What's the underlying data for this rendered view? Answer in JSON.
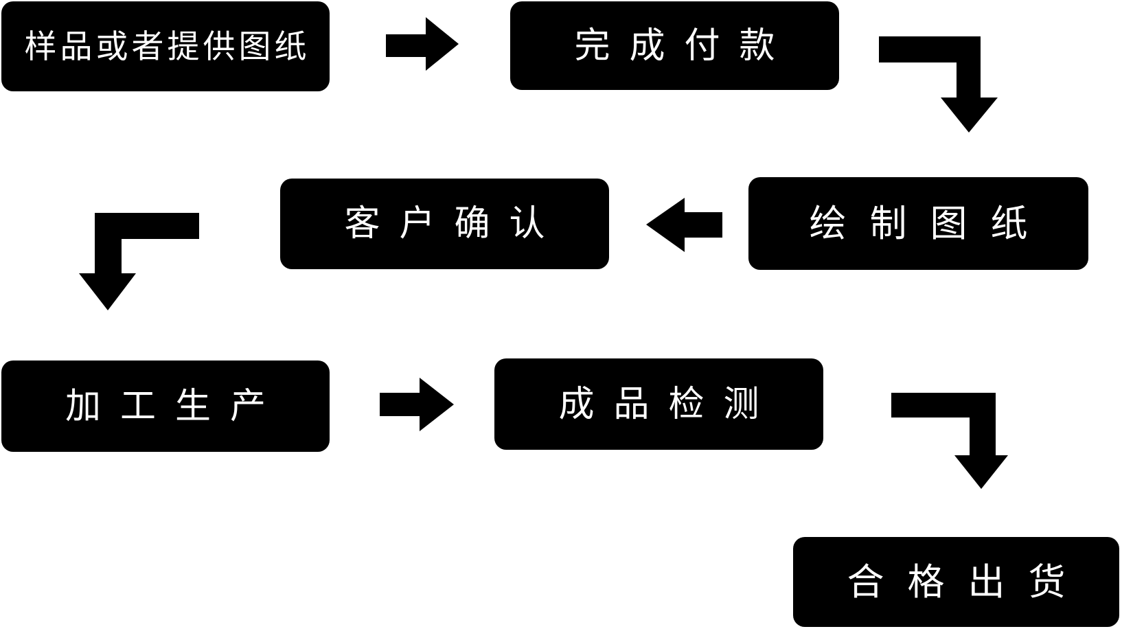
{
  "diagram": {
    "type": "flowchart",
    "background_color": "#ffffff",
    "node_fill_color": "#000000",
    "node_text_color": "#ffffff",
    "arrow_color": "#000000",
    "nodes": [
      {
        "id": "sample-or-drawing",
        "label": "样品或者提供图纸"
      },
      {
        "id": "complete-payment",
        "label": "完成付款"
      },
      {
        "id": "draw-drawings",
        "label": "绘制图纸"
      },
      {
        "id": "customer-confirmation",
        "label": "客户确认"
      },
      {
        "id": "processing-production",
        "label": "加工生产"
      },
      {
        "id": "product-inspection",
        "label": "成品检测"
      },
      {
        "id": "qualified-shipment",
        "label": "合格出货"
      }
    ],
    "edges": [
      {
        "from": "样品或者提供图纸",
        "to": "完成付款",
        "shape": "straight-right-arrow"
      },
      {
        "from": "完成付款",
        "to": "绘制图纸",
        "shape": "elbow-right-down-arrow"
      },
      {
        "from": "绘制图纸",
        "to": "客户确认",
        "shape": "straight-left-arrow"
      },
      {
        "from": "客户确认",
        "to": "加工生产",
        "shape": "elbow-left-down-arrow"
      },
      {
        "from": "加工生产",
        "to": "成品检测",
        "shape": "straight-right-arrow"
      },
      {
        "from": "成品检测",
        "to": "合格出货",
        "shape": "elbow-right-down-arrow"
      }
    ]
  }
}
